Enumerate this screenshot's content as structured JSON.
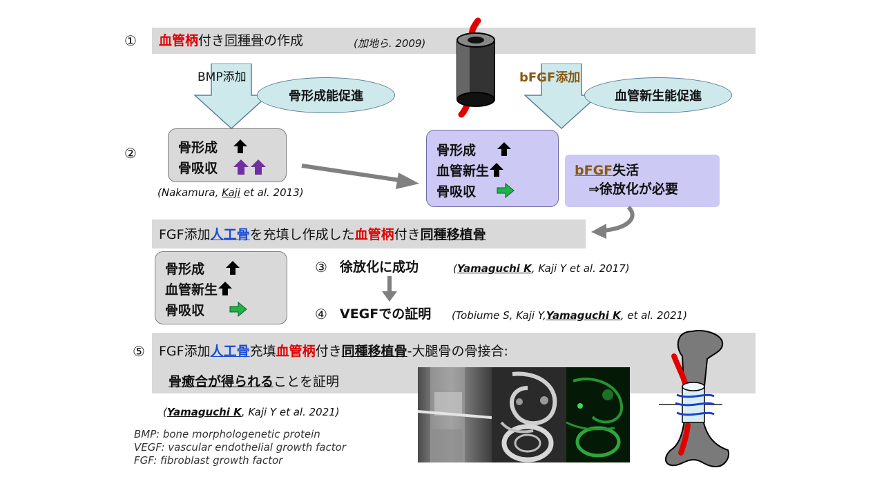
{
  "step1": {
    "num": "①",
    "part1_red": "血管柄",
    "part2": "付き",
    "part3_ul": "同種骨",
    "part4": "の作成",
    "citation": "(加地ら. 2009)"
  },
  "bmp_label": "BMP添加",
  "ellipse_bone": "骨形成能促進",
  "bfgf_label": "bFGF添加",
  "ellipse_vessel": "血管新生能促進",
  "step2": {
    "num": "②",
    "left_box": {
      "row1": "骨形成",
      "row2": "骨吸収"
    },
    "citation_pre": "(Nakamura, ",
    "citation_ul": "Kaji",
    "citation_post": " et al. 2013)",
    "right_box": {
      "row1": "骨形成",
      "row2": "血管新生",
      "row3": "骨吸収"
    },
    "note_ul": "bFGF",
    "note_rest": "失活",
    "note_line2": "⇒徐放化が必要"
  },
  "banner": {
    "p1": "FGF添加",
    "p2_blue": "人工骨",
    "p3": "を充填し作成した",
    "p4_red": "血管柄",
    "p5": "付き",
    "p6_ul": "同種移植骨"
  },
  "box3": {
    "row1": "骨形成",
    "row2": "血管新生",
    "row3": "骨吸収"
  },
  "step3": {
    "num": "③",
    "text": "徐放化に成功",
    "cite_pre": "(",
    "cite_ul": "Yamaguchi K",
    "cite_post": ", Kaji Y et al. 2017)"
  },
  "step4": {
    "num": "④",
    "text": "VEGFでの証明",
    "cite_pre": "(Tobiume S, Kaji Y,",
    "cite_ul": "Yamaguchi K",
    "cite_post": ", et al. 2021)"
  },
  "step5": {
    "num": "⑤",
    "p1": "FGF添加",
    "p2_blue": "人工骨",
    "p3": "充填",
    "p4_red": "血管柄",
    "p5": "付き",
    "p6_ul": "同種移植骨",
    "p7": "-大腿骨の骨接合:",
    "line2_ul": "骨癒合が得られる",
    "line2_rest": "ことを証明",
    "cite_pre": "(",
    "cite_ul": "Yamaguchi K",
    "cite_post": ", Kaji Y et al. 2021)"
  },
  "abbreviations": {
    "bmp": "BMP: bone morphologenetic protein",
    "vegf": "VEGF: vascular endothelial growth factor",
    "fgf": "FGF: fibroblast growth factor"
  },
  "colors": {
    "red": "#e00000",
    "blue": "#1a4ad6",
    "tan": "#8a5a14",
    "grey_bar": "#d9d9d9",
    "violet_box": "#ccc9f5",
    "ellipse": "#cde9ec",
    "arrow_fill": "#cde9ec",
    "up_black": "#000000",
    "up_purple": "#7030a0",
    "right_green": "#22b14c"
  }
}
